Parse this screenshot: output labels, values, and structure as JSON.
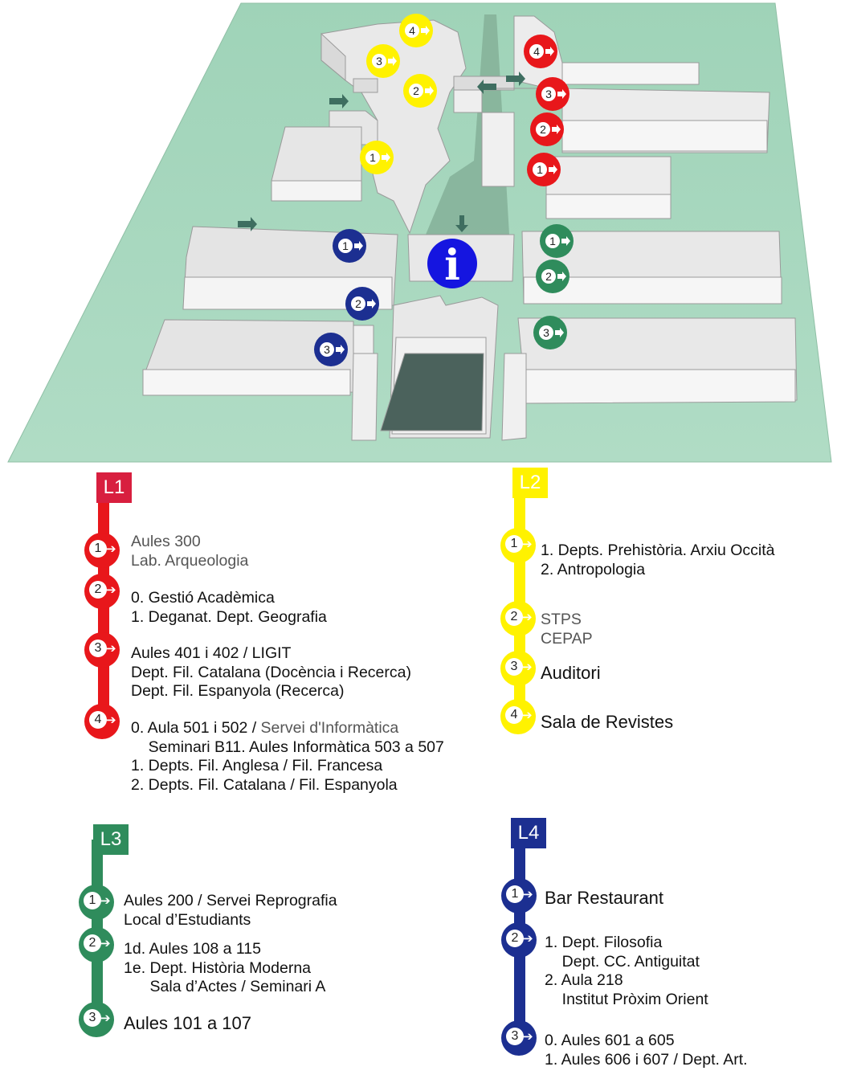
{
  "map": {
    "info_label": "i",
    "markers": [
      {
        "line": "L2",
        "n": "4",
        "color": "#fff200"
      },
      {
        "line": "L2",
        "n": "3",
        "color": "#fff200"
      },
      {
        "line": "L2",
        "n": "2",
        "color": "#fff200"
      },
      {
        "line": "L2",
        "n": "1",
        "color": "#fff200"
      },
      {
        "line": "L1",
        "n": "4",
        "color": "#e8171b"
      },
      {
        "line": "L1",
        "n": "3",
        "color": "#e8171b"
      },
      {
        "line": "L1",
        "n": "2",
        "color": "#e8171b"
      },
      {
        "line": "L1",
        "n": "1",
        "color": "#e8171b"
      },
      {
        "line": "L4",
        "n": "1",
        "color": "#1c2f91"
      },
      {
        "line": "L4",
        "n": "2",
        "color": "#1c2f91"
      },
      {
        "line": "L4",
        "n": "3",
        "color": "#1c2f91"
      },
      {
        "line": "L3",
        "n": "1",
        "color": "#2f8c5c"
      },
      {
        "line": "L3",
        "n": "2",
        "color": "#2f8c5c"
      },
      {
        "line": "L3",
        "n": "3",
        "color": "#2f8c5c"
      }
    ]
  },
  "colors": {
    "L1": "#e8171b",
    "L1_tag": "#d81f3f",
    "L2": "#fff200",
    "L2_tag": "#fff200",
    "L3": "#2f8c5c",
    "L3_tag": "#2f8c5c",
    "L4": "#1c2f91",
    "L4_tag": "#1c2f91",
    "ground": "#a7d8bf",
    "info": "#1515e0"
  },
  "lines": {
    "L1": {
      "tag": "L1",
      "stops": [
        {
          "n": "1",
          "text": [
            "Aules 300",
            "Lab. Arqueologia"
          ],
          "gray": true
        },
        {
          "n": "2",
          "text": [
            "0. Gestió Acadèmica",
            "1. Deganat. Dept. Geografia"
          ]
        },
        {
          "n": "3",
          "text": [
            "Aules 401 i 402 / LIGIT",
            "Dept. Fil. Catalana (Docència i Recerca)",
            "Dept. Fil. Espanyola (Recerca)"
          ]
        },
        {
          "n": "4",
          "text": [
            "0. Aula 501 i 502 / ",
            "    Seminari B11. Aules Informàtica 503 a 507",
            "1. Depts. Fil. Anglesa / Fil. Francesa",
            "2. Depts. Fil. Catalana / Fil. Espanyola"
          ],
          "extra": "Servei d'Informàtica"
        }
      ]
    },
    "L2": {
      "tag": "L2",
      "stops": [
        {
          "n": "1",
          "text": [
            "1. Depts. Prehistòria. Arxiu Occità",
            "2. Antropologia"
          ]
        },
        {
          "n": "2",
          "text": [
            "STPS",
            "CEPAP"
          ],
          "gray": true
        },
        {
          "n": "3",
          "text": [
            "Auditori"
          ]
        },
        {
          "n": "4",
          "text": [
            "Sala de Revistes"
          ]
        }
      ]
    },
    "L3": {
      "tag": "L3",
      "stops": [
        {
          "n": "1",
          "text": [
            "Aules 200 / Servei Reprografia",
            "Local d’Estudiants"
          ]
        },
        {
          "n": "2",
          "text": [
            "1d. Aules 108 a 115",
            "1e. Dept. Història Moderna",
            "      Sala d’Actes / Seminari A"
          ]
        },
        {
          "n": "3",
          "text": [
            "Aules 101 a 107"
          ]
        }
      ]
    },
    "L4": {
      "tag": "L4",
      "stops": [
        {
          "n": "1",
          "text": [
            "Bar Restaurant"
          ]
        },
        {
          "n": "2",
          "text": [
            "1. Dept. Filosofia",
            "    Dept. CC. Antiguitat",
            "2. Aula 218",
            "    Institut Pròxim Orient"
          ]
        },
        {
          "n": "3",
          "text": [
            "0. Aules 601 a 605",
            "1. Aules 606 i 607 / Dept. Art."
          ]
        }
      ]
    }
  }
}
